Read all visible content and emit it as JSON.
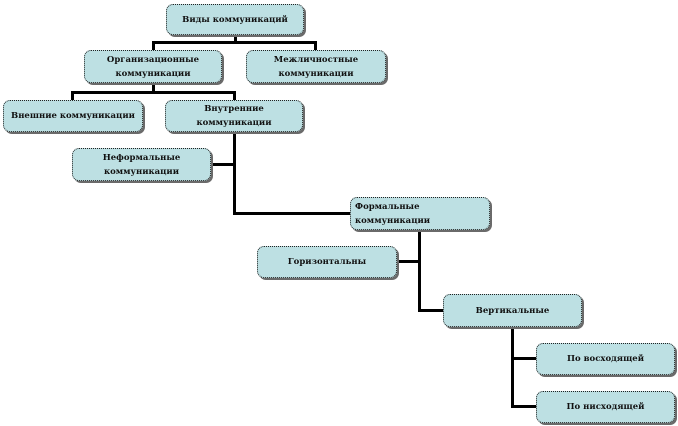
{
  "diagram": {
    "title": "Виды коммуникаций",
    "nodes": {
      "root": {
        "label": "Виды коммуникаций"
      },
      "organizational": {
        "line1": "Организационные",
        "line2": "коммуникации"
      },
      "interpersonal": {
        "line1": "Межличностные",
        "line2": "коммуникации"
      },
      "external": {
        "label": "Внешние коммуникации"
      },
      "internal": {
        "label": "Внутренние коммуникации"
      },
      "informal": {
        "line1": "Неформальные",
        "line2": "коммуникации"
      },
      "formal": {
        "line1": "Формальные",
        "line2": "коммуникации"
      },
      "horizontal": {
        "label": "Горизонтальны"
      },
      "vertical": {
        "label": "Вертикальные"
      },
      "upward": {
        "label": "По восходящей"
      },
      "downward": {
        "label": "По нисходящей"
      }
    },
    "edges": [
      [
        "root",
        "organizational"
      ],
      [
        "root",
        "interpersonal"
      ],
      [
        "organizational",
        "external"
      ],
      [
        "organizational",
        "internal"
      ],
      [
        "internal",
        "informal"
      ],
      [
        "internal",
        "formal"
      ],
      [
        "formal",
        "horizontal"
      ],
      [
        "formal",
        "vertical"
      ],
      [
        "vertical",
        "upward"
      ],
      [
        "vertical",
        "downward"
      ]
    ],
    "colors": {
      "node_fill": "#bde0e3",
      "line": "#000000"
    }
  }
}
